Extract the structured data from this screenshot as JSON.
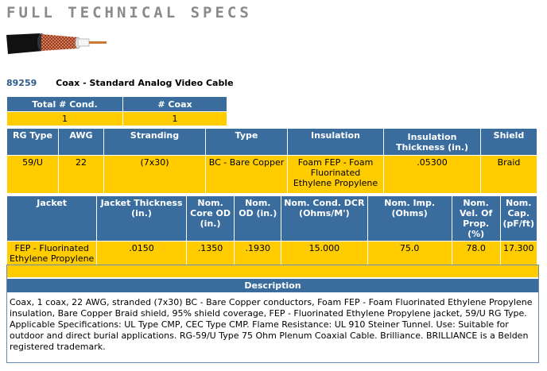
{
  "banner": "FULL TECHNICAL SPECS",
  "product": {
    "number": "89259",
    "name": "Coax - Standard Analog Video Cable"
  },
  "cond": {
    "headers": [
      "Total # Cond.",
      "# Coax"
    ],
    "values": [
      "1",
      "1"
    ]
  },
  "spec1": {
    "headers": [
      "RG Type",
      "AWG",
      "Stranding",
      "Type",
      "Insulation",
      "Insulation Thickness (in.)",
      "Shield"
    ],
    "values": [
      "59/U",
      "22",
      "(7x30)",
      "BC - Bare Copper",
      "Foam FEP - Foam Fluorinated Ethylene Propylene",
      ".05300",
      "Braid"
    ]
  },
  "spec2": {
    "headers": [
      "Jacket",
      "Jacket Thickness (in.)",
      "Nom. Core OD (in.)",
      "Nom. OD (in.)",
      "Nom. Cond. DCR (Ohms/M')",
      "Nom. Imp. (Ohms)",
      "Nom. Vel. Of Prop. (%)",
      "Nom. Cap. (pF/ft)"
    ],
    "values": [
      "FEP - Fluorinated Ethylene Propylene",
      ".0150",
      ".1350",
      ".1930",
      "15.000",
      "75.0",
      "78.0",
      "17.300"
    ]
  },
  "description": {
    "heading": "Description",
    "text": "Coax, 1 coax, 22 AWG, stranded (7x30) BC - Bare Copper conductors, Foam FEP - Foam Fluorinated Ethylene Propylene insulation, Bare Copper Braid shield, 95% shield coverage, FEP - Fluorinated Ethylene Propylene jacket, 59/U RG Type. Applicable Specifications: UL Type CMP, CEC Type CMP. Flame Resistance: UL 910 Steiner Tunnel. Use: Suitable for outdoor and direct burial applications. RG-59/U Type 75 Ohm Plenum Coaxial Cable. Brilliance. BRILLIANCE is a Belden registered trademark."
  },
  "colors": {
    "header_blue": "#3a6c9e",
    "cell_yellow": "#ffcc00",
    "jacket_black": "#111111",
    "braid_copper": "#c0603a"
  }
}
